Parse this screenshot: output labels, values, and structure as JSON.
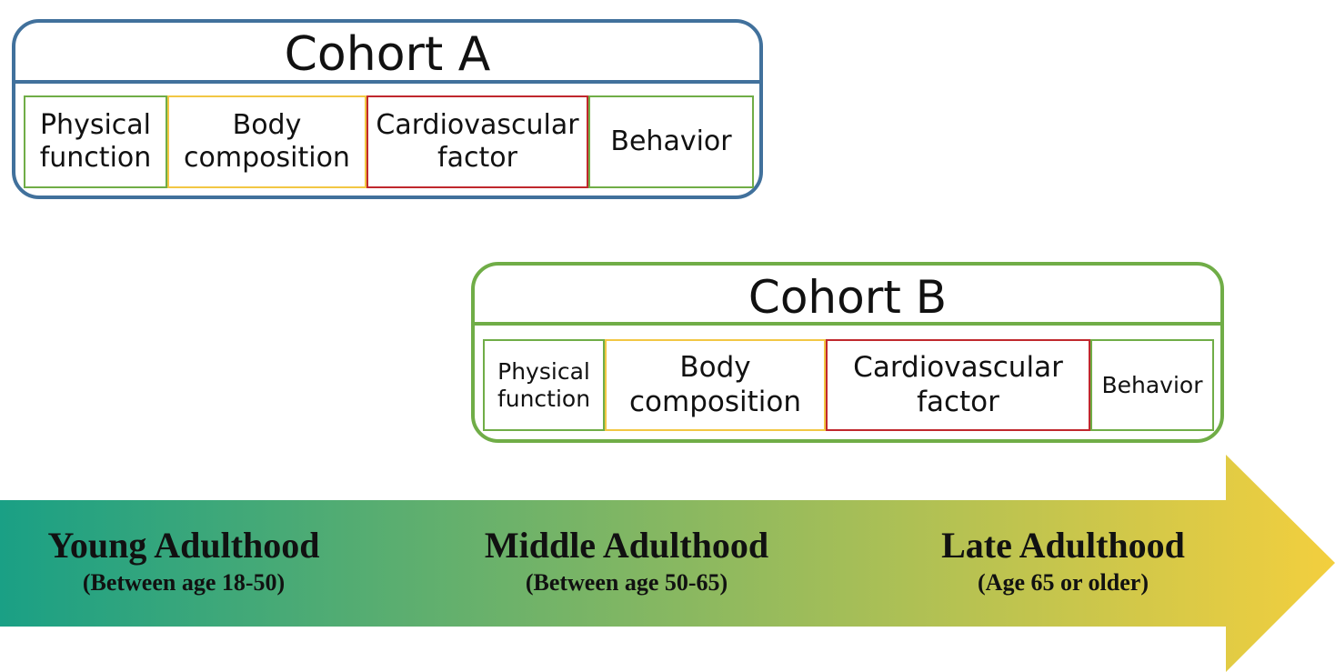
{
  "cohorts": [
    {
      "title": "Cohort A",
      "color": "#41719c",
      "domains": [
        {
          "label": "Physical function",
          "color": "#70ad47"
        },
        {
          "label": "Body composition",
          "color": "#f2c744"
        },
        {
          "label": "Cardiovascular factor",
          "color": "#c0282d"
        },
        {
          "label": "Behavior",
          "color": "#70ad47"
        }
      ]
    },
    {
      "title": "Cohort B",
      "color": "#70ad47",
      "domains": [
        {
          "label": "Physical function",
          "color": "#70ad47"
        },
        {
          "label": "Body composition",
          "color": "#f2c744"
        },
        {
          "label": "Cardiovascular factor",
          "color": "#c0282d"
        },
        {
          "label": "Behavior",
          "color": "#70ad47"
        }
      ]
    }
  ],
  "timeline": {
    "gradient_colors": [
      "#1aa085",
      "#f3cf3e"
    ],
    "stages": [
      {
        "title": "Young Adulthood",
        "range": "(Between age 18-50)"
      },
      {
        "title": "Middle Adulthood",
        "range": "(Between age 50-65)"
      },
      {
        "title": "Late Adulthood",
        "range": "(Age 65 or older)"
      }
    ]
  }
}
